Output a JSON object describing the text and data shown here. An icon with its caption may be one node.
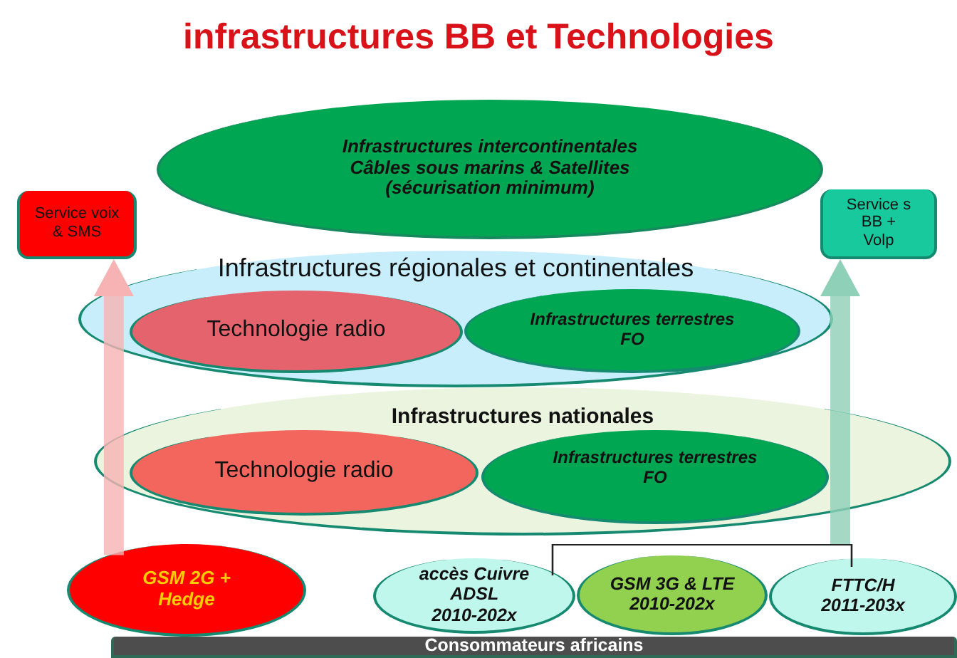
{
  "diagram": {
    "title": "infrastructures BB et Technologies",
    "nodes": [
      {
        "text": [
          "Infrastructures intercontinentales Câbles sous marins & Satellites (sécurisation minimum)"
        ]
      },
      {
        "text": [
          "Service voix & SMS"
        ]
      },
      {
        "text": [
          "Service s BB + Volp"
        ]
      },
      {
        "text": [
          "Infrastructures régionales et continentales"
        ]
      },
      {
        "text": [
          "Technologie radio"
        ],
        "in": 3
      },
      {
        "text": [
          "Infrastructures terrestres FO"
        ],
        "in": 3
      },
      {
        "text": [
          "Infrastructures nationales"
        ]
      },
      {
        "text": [
          "Technologie radio"
        ],
        "in": 6
      },
      {
        "text": [
          "Infrastructures terrestres FO"
        ],
        "in": 6
      },
      {
        "text": [
          "GSM 2G + Hedge"
        ]
      },
      {
        "text": [
          "accès Cuivre ADSL 2010-202x"
        ]
      },
      {
        "text": [
          "GSM 3G & LTE 2010-202x"
        ]
      },
      {
        "text": [
          "FTTC/H 2011-203x"
        ]
      },
      {
        "text": [
          "Consommateurs africains"
        ]
      },
      {
        "text": [],
        "shape": "bar"
      }
    ],
    "edges": [
      {
        "from": 9,
        "to": 1,
        "arrow": "to",
        "style": "thick",
        "color": "#f7b3b3"
      },
      {
        "from": 14,
        "to": 2,
        "arrow": "to",
        "style": "thick",
        "color": "#8fd0b8"
      },
      {
        "from": 10,
        "to": 14,
        "arrow": "none",
        "color": "#222222"
      },
      {
        "from": 12,
        "to": 14,
        "arrow": "none",
        "color": "#222222"
      }
    ]
  }
}
